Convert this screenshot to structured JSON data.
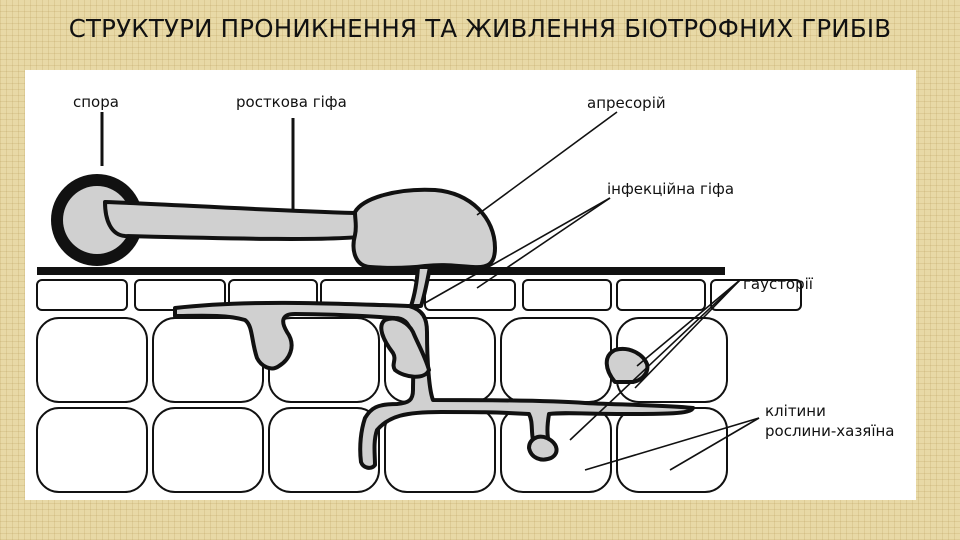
{
  "title": "СТРУКТУРИ ПРОНИКНЕННЯ ТА ЖИВЛЕННЯ БІОТРОФНИХ ГРИБІВ",
  "labels": {
    "spore": "спора",
    "germ_tube": "росткова гіфа",
    "appressorium": "апресорій",
    "infection_hypha": "інфекційна гіфа",
    "haustoria": "гаусторії",
    "host_cells_line1": "клітини",
    "host_cells_line2": "рослини-хазяїна"
  },
  "colors": {
    "fungus_fill": "#d0d0d0",
    "outline": "#111111",
    "panel_bg": "#ffffff"
  }
}
